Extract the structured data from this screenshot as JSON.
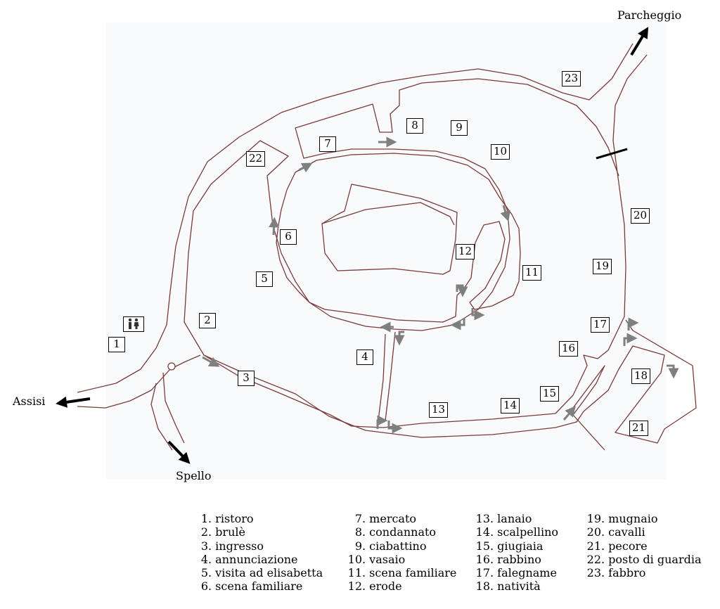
{
  "places": {
    "parcheggio": "Parcheggio",
    "assisi": "Assisi",
    "spello": "Spello"
  },
  "stations": [
    {
      "num": "1",
      "label": "ristoro"
    },
    {
      "num": "2",
      "label": "brulè"
    },
    {
      "num": "3",
      "label": "ingresso"
    },
    {
      "num": "4",
      "label": "annunciazione"
    },
    {
      "num": "5",
      "label": "visita ad elisabetta"
    },
    {
      "num": "6",
      "label": "scena familiare"
    },
    {
      "num": "7",
      "label": "mercato"
    },
    {
      "num": "8",
      "label": "condannato"
    },
    {
      "num": "9",
      "label": "ciabattino"
    },
    {
      "num": "10",
      "label": "vasaio"
    },
    {
      "num": "11",
      "label": "scena familiare"
    },
    {
      "num": "12",
      "label": "erode"
    },
    {
      "num": "13",
      "label": "lanaio"
    },
    {
      "num": "14",
      "label": "scalpellino"
    },
    {
      "num": "15",
      "label": "giugiaia"
    },
    {
      "num": "16",
      "label": "rabbino"
    },
    {
      "num": "17",
      "label": "falegname"
    },
    {
      "num": "18",
      "label": "natività"
    },
    {
      "num": "19",
      "label": "mugnaio"
    },
    {
      "num": "20",
      "label": "cavalli"
    },
    {
      "num": "21",
      "label": "pecore"
    },
    {
      "num": "22",
      "label": "posto di guardia"
    },
    {
      "num": "23",
      "label": "fabbro"
    }
  ],
  "icons": {
    "restroom": "restroom-icon",
    "exit_arrow": "arrow-icon",
    "direction_arrow": "direction-arrow-icon"
  },
  "colors": {
    "path_line": "#7a3a3a",
    "arrow_grey": "#7f7f7f",
    "map_background": "#f8fafb"
  }
}
